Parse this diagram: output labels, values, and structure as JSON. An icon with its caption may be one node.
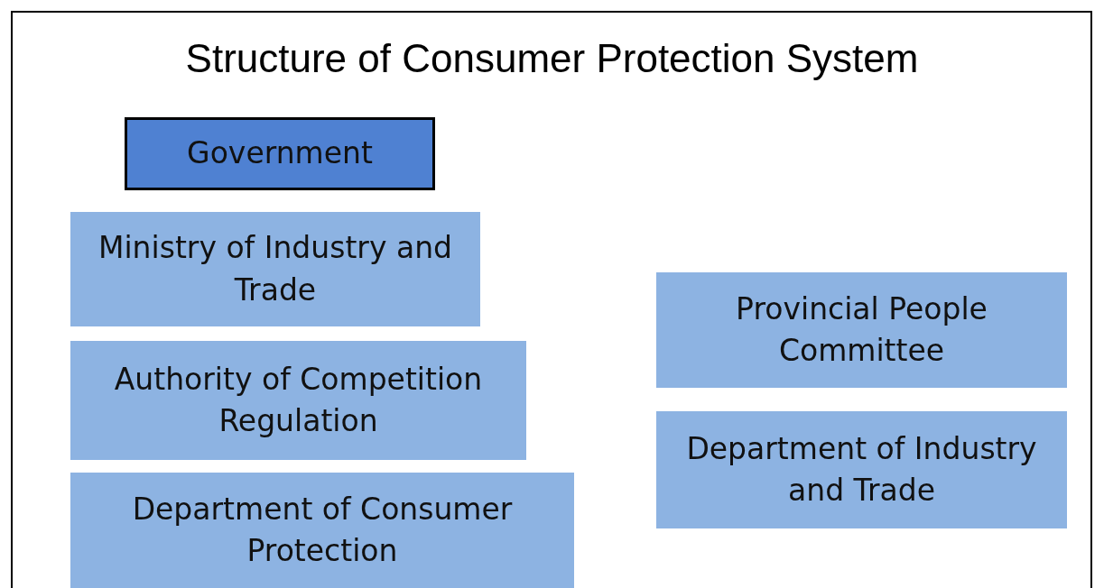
{
  "diagram": {
    "title": "Structure of Consumer Protection System",
    "nodes": [
      {
        "text": [
          "Government"
        ]
      },
      {
        "text": [
          "Ministry of Industry and Trade"
        ]
      },
      {
        "text": [
          "Authority of Competition Regulation"
        ]
      },
      {
        "text": [
          "Department of Consumer Protection"
        ]
      },
      {
        "text": [
          "Provincial People Committee"
        ]
      },
      {
        "text": [
          "Department of Industry and Trade"
        ]
      }
    ],
    "edges": []
  }
}
